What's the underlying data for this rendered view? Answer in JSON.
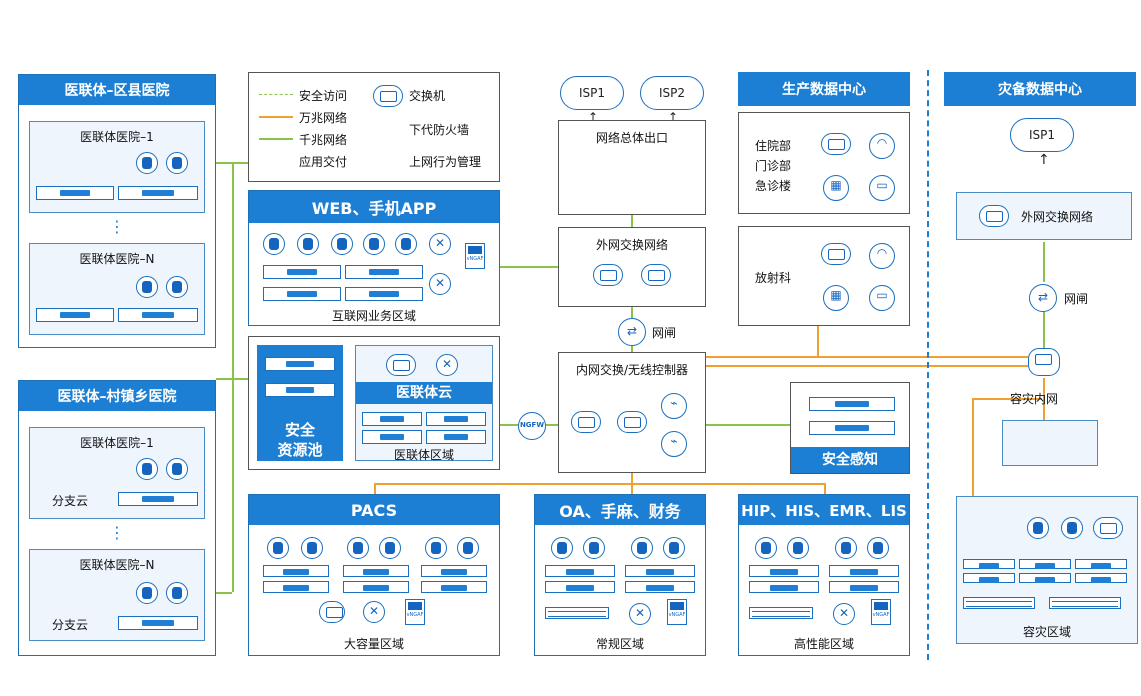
{
  "legend": {
    "secure_access": "安全访问",
    "ten_gig": "万兆网络",
    "gig": "千兆网络",
    "app_delivery": "应用交付",
    "switch": "交换机",
    "ngfw": "下代防火墙",
    "behavior": "上网行为管理"
  },
  "left_top": {
    "title": "医联体–区县医院",
    "h1": "医联体医院–1",
    "hn": "医联体医院–N",
    "dots": "⋮"
  },
  "left_bottom": {
    "title": "医联体–村镇乡医院",
    "h1": "医联体医院–1",
    "hn": "医联体医院–N",
    "branch": "分支云",
    "dots": "⋮"
  },
  "web": {
    "title": "WEB、手机APP",
    "area": "互联网业务区域"
  },
  "pool": {
    "line1": "安全",
    "line2": "资源池",
    "cloud_title": "医联体云",
    "area": "医联体区域"
  },
  "isp": {
    "a": "ISP1",
    "b": "ISP2",
    "dr": "ISP1"
  },
  "exit": "网络总体出口",
  "ext_switch": "外网交换网络",
  "gap": "网闸",
  "core": "内网交换/无线控制器",
  "security": "安全感知",
  "prod": {
    "title": "生产数据中心",
    "bld1": "住院部",
    "bld2": "门诊部",
    "bld3": "急诊楼",
    "radio": "放射科"
  },
  "dr": {
    "title": "灾备数据中心",
    "ext": "外网交换网络",
    "gap": "网闸",
    "inner": "容灾内网",
    "area": "容灾区域"
  },
  "pacs": {
    "title": "PACS",
    "area": "大容量区域"
  },
  "oa": {
    "title": "OA、手麻、财务",
    "area": "常规区域"
  },
  "hip": {
    "title": "HIP、HIS、EMR、LIS",
    "area": "高性能区域"
  },
  "ngfw_label": "NGFW",
  "vngaf": "vNGAF"
}
